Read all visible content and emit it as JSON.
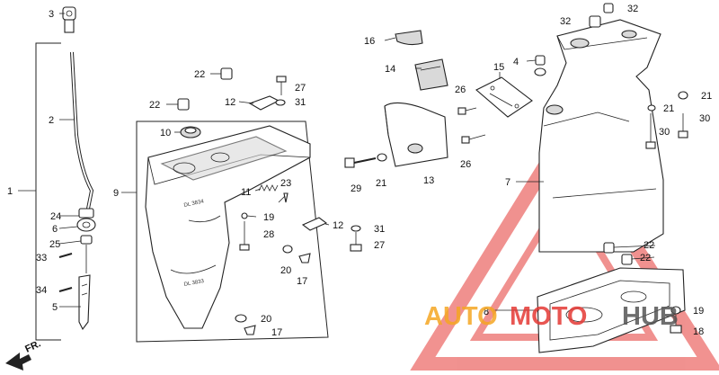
{
  "callouts": {
    "c1": "1",
    "c2": "2",
    "c3": "3",
    "c4": "4",
    "c5": "5",
    "c6": "6",
    "c7": "7",
    "c8": "8",
    "c9": "9",
    "c10": "10",
    "c11": "11",
    "c12a": "12",
    "c12b": "12",
    "c13": "13",
    "c14": "14",
    "c15": "15",
    "c16": "16",
    "c17a": "17",
    "c17b": "17",
    "c18": "18",
    "c19a": "19",
    "c19b": "19",
    "c20a": "20",
    "c20b": "20",
    "c21a": "21",
    "c21b": "21",
    "c21c": "21",
    "c22a": "22",
    "c22b": "22",
    "c22c": "22",
    "c22d": "22",
    "c23": "23",
    "c24": "24",
    "c25": "25",
    "c26a": "26",
    "c26b": "26",
    "c27a": "27",
    "c27b": "27",
    "c28": "28",
    "c29": "29",
    "c30": "30",
    "c31a": "31",
    "c31b": "31",
    "c32a": "32",
    "c32b": "32",
    "c33": "33",
    "c34": "34"
  },
  "direction_label": "FR.",
  "watermark": {
    "brand_part1": "AUTO",
    "brand_part2": "MOTO",
    "brand_part3": "HUB",
    "color_primary": "#e53935",
    "color_secondary": "#f5a623",
    "color_dark": "#555555"
  },
  "casting_marks": {
    "left_mark": "DL 3834",
    "lower_mark": "DL 3833"
  }
}
